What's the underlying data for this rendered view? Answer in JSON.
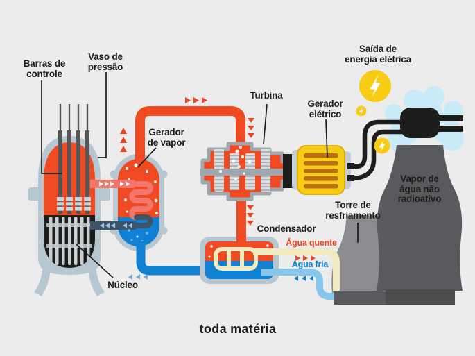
{
  "labels": {
    "control_rods": "Barras de\ncontrole",
    "pressure_vessel": "Vaso de\npressão",
    "steam_generator": "Gerador\nde vapor",
    "core": "Núcleo",
    "turbine": "Turbina",
    "electric_generator": "Gerador\nelétrico",
    "power_output": "Saída de\nenergia elétrica",
    "non_radioactive_vapor": "Vapor de\nágua não\nradioativo",
    "cooling_tower": "Torre de\nresfriamento",
    "condenser": "Condensador",
    "hot_water": "Água quente",
    "cold_water": "Água fria"
  },
  "logo": "toda matéria",
  "colors": {
    "background": "#ECECEC",
    "primary_orange": "#F04A23",
    "hot_loop_pink": "#F2766B",
    "cold_loop_navy": "#3E5468",
    "water_blue": "#1080D2",
    "cool_water_light_blue": "#85C6EA",
    "cream_pipe": "#F3EBC0",
    "vessel_gray_blue": "#B7C7D2",
    "generator_yellow": "#F7CC16",
    "generator_bar_brown": "#B96E10",
    "red_arrow": "#EE4323",
    "tower_light_gray": "#8A8C8F",
    "tower_dark_gray": "#595A5D",
    "vapor_light_blue": "#C9EAF7",
    "text_black": "#1D1D1B"
  }
}
